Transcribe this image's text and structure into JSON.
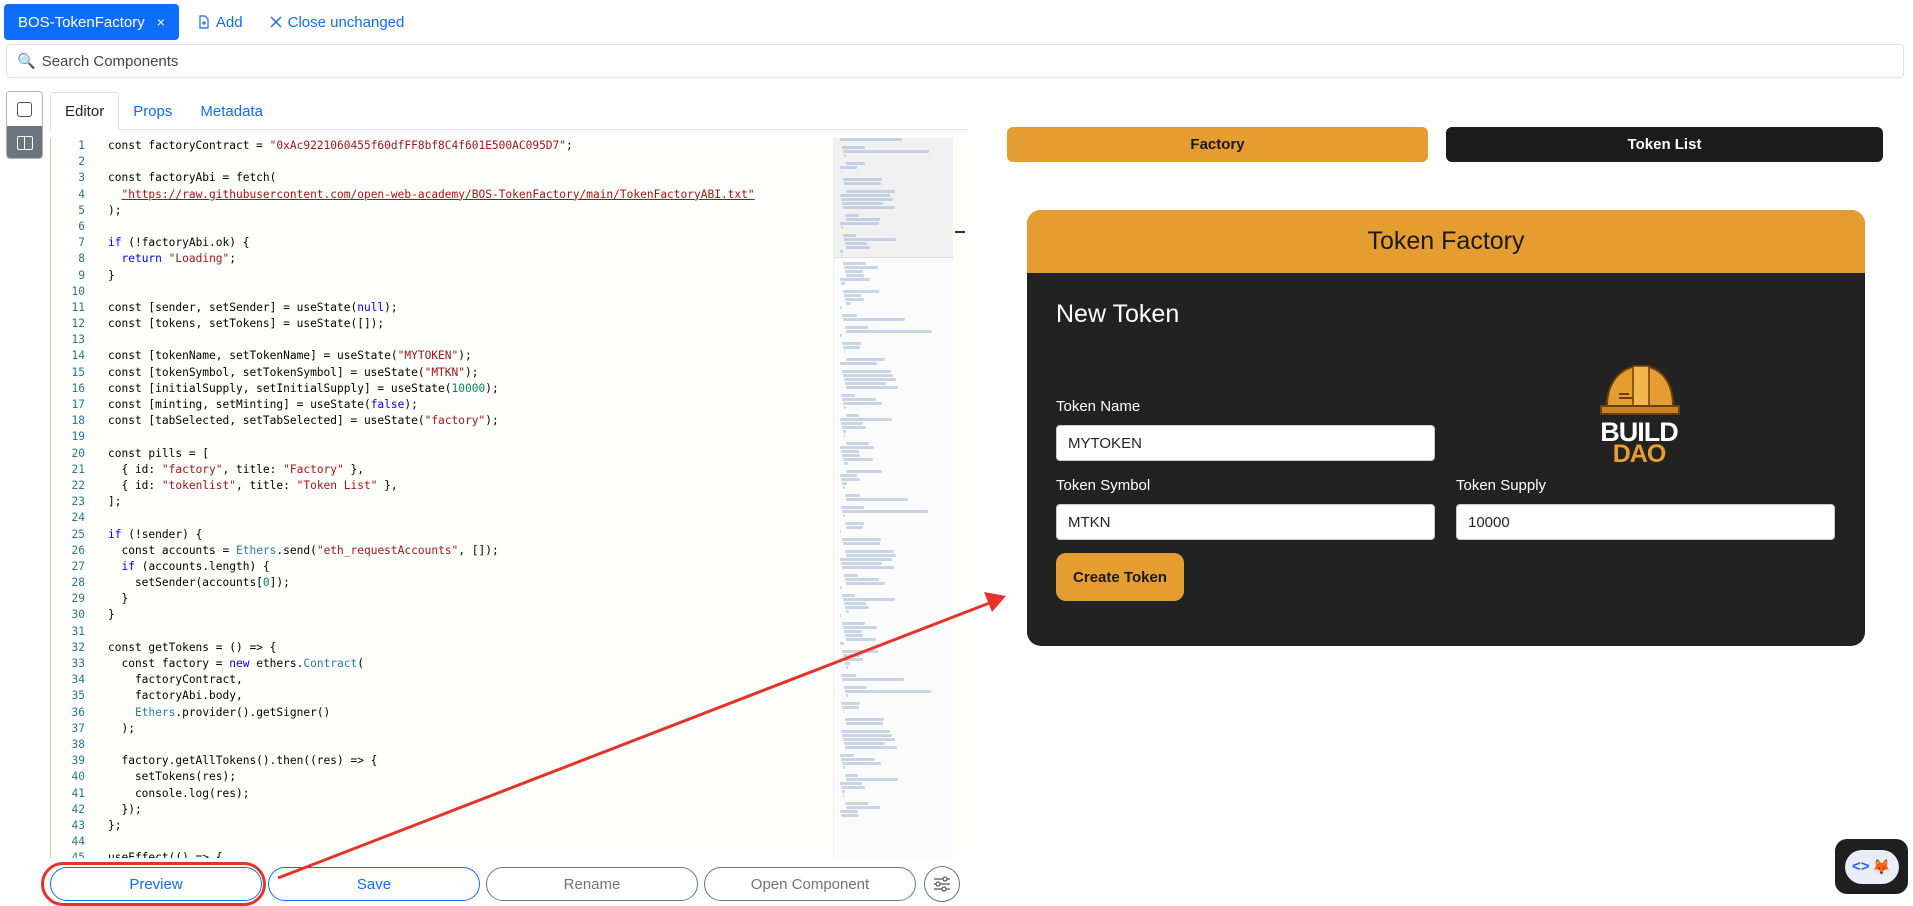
{
  "top_tabs": {
    "file_tab_label": "BOS-TokenFactory",
    "file_tab_close": "×",
    "add_label": "Add",
    "close_unchanged_label": "Close unchanged"
  },
  "search": {
    "placeholder": "Search Components"
  },
  "editor_tabs": [
    {
      "label": "Editor",
      "active": true
    },
    {
      "label": "Props",
      "active": false
    },
    {
      "label": "Metadata",
      "active": false
    }
  ],
  "bottom_buttons": {
    "preview": "Preview",
    "save": "Save",
    "rename": "Rename",
    "open_component": "Open Component",
    "settings_icon": "sliders-icon"
  },
  "preview": {
    "pills": [
      {
        "label": "Factory",
        "selected": true
      },
      {
        "label": "Token List",
        "selected": false
      }
    ],
    "card_header": "Token Factory",
    "card_title": "New Token",
    "fields": {
      "token_name_label": "Token Name",
      "token_name_value": "MYTOKEN",
      "token_symbol_label": "Token Symbol",
      "token_symbol_value": "MTKN",
      "token_supply_label": "Token Supply",
      "token_supply_value": "10000"
    },
    "create_button": "Create Token",
    "logo_text_1": "BUILD",
    "logo_text_2": "DAO"
  },
  "colors": {
    "accent": "#e59d32",
    "card_bg": "#222222",
    "primary_blue": "#0d6efd",
    "annotation_red": "#e53427"
  },
  "code_lines": [
    [
      {
        "t": "const factoryContract = "
      },
      {
        "c": "s",
        "t": "\"0xAc9221060455f60dfFF8bf8C4f601E500AC095D7\""
      },
      {
        "t": ";"
      }
    ],
    [],
    [
      {
        "t": "const factoryAbi = fetch("
      }
    ],
    [
      {
        "t": "  "
      },
      {
        "c": "u",
        "t": "\"https://raw.githubusercontent.com/open-web-academy/BOS-TokenFactory/main/TokenFactoryABI.txt\""
      }
    ],
    [
      {
        "t": ");"
      }
    ],
    [],
    [
      {
        "c": "k",
        "t": "if"
      },
      {
        "t": " (!factoryAbi.ok) {"
      }
    ],
    [
      {
        "t": "  "
      },
      {
        "c": "k",
        "t": "return"
      },
      {
        "t": " "
      },
      {
        "c": "s",
        "t": "\"Loading\""
      },
      {
        "t": ";"
      }
    ],
    [
      {
        "t": "}"
      }
    ],
    [],
    [
      {
        "t": "const [sender, setSender] = useState("
      },
      {
        "c": "k",
        "t": "null"
      },
      {
        "t": ");"
      }
    ],
    [
      {
        "t": "const [tokens, setTokens] = useState([]);"
      }
    ],
    [],
    [
      {
        "t": "const [tokenName, setTokenName] = useState("
      },
      {
        "c": "s",
        "t": "\"MYTOKEN\""
      },
      {
        "t": ");"
      }
    ],
    [
      {
        "t": "const [tokenSymbol, setTokenSymbol] = useState("
      },
      {
        "c": "s",
        "t": "\"MTKN\""
      },
      {
        "t": ");"
      }
    ],
    [
      {
        "t": "const [initialSupply, setInitialSupply] = useState("
      },
      {
        "c": "n",
        "t": "10000"
      },
      {
        "t": ");"
      }
    ],
    [
      {
        "t": "const [minting, setMinting] = useState("
      },
      {
        "c": "k",
        "t": "false"
      },
      {
        "t": ");"
      }
    ],
    [
      {
        "t": "const [tabSelected, setTabSelected] = useState("
      },
      {
        "c": "s",
        "t": "\"factory\""
      },
      {
        "t": ");"
      }
    ],
    [],
    [
      {
        "t": "const pills = ["
      }
    ],
    [
      {
        "t": "  { id: "
      },
      {
        "c": "s",
        "t": "\"factory\""
      },
      {
        "t": ", title: "
      },
      {
        "c": "s",
        "t": "\"Factory\""
      },
      {
        "t": " },"
      }
    ],
    [
      {
        "t": "  { id: "
      },
      {
        "c": "s",
        "t": "\"tokenlist\""
      },
      {
        "t": ", title: "
      },
      {
        "c": "s",
        "t": "\"Token List\""
      },
      {
        "t": " },"
      }
    ],
    [
      {
        "t": "];"
      }
    ],
    [],
    [
      {
        "c": "k",
        "t": "if"
      },
      {
        "t": " (!sender) {"
      }
    ],
    [
      {
        "t": "  const accounts = "
      },
      {
        "c": "ty",
        "t": "Ethers"
      },
      {
        "t": ".send("
      },
      {
        "c": "s",
        "t": "\"eth_requestAccounts\""
      },
      {
        "t": ", []);"
      }
    ],
    [
      {
        "t": "  "
      },
      {
        "c": "k",
        "t": "if"
      },
      {
        "t": " (accounts.length) {"
      }
    ],
    [
      {
        "t": "    setSender(accounts["
      },
      {
        "c": "n",
        "t": "0"
      },
      {
        "t": "]);"
      }
    ],
    [
      {
        "t": "  }"
      }
    ],
    [
      {
        "t": "}"
      }
    ],
    [],
    [
      {
        "t": "const getTokens = () => {"
      }
    ],
    [
      {
        "t": "  const factory = "
      },
      {
        "c": "k",
        "t": "new"
      },
      {
        "t": " ethers."
      },
      {
        "c": "ty",
        "t": "Contract"
      },
      {
        "t": "("
      }
    ],
    [
      {
        "t": "    factoryContract,"
      }
    ],
    [
      {
        "t": "    factoryAbi.body,"
      }
    ],
    [
      {
        "t": "    "
      },
      {
        "c": "ty",
        "t": "Ethers"
      },
      {
        "t": ".provider().getSigner()"
      }
    ],
    [
      {
        "t": "  );"
      }
    ],
    [],
    [
      {
        "t": "  factory.getAllTokens().then((res) => {"
      }
    ],
    [
      {
        "t": "    setTokens(res);"
      }
    ],
    [
      {
        "t": "    console.log(res);"
      }
    ],
    [
      {
        "t": "  });"
      }
    ],
    [
      {
        "t": "};"
      }
    ],
    [],
    [
      {
        "t": "useEffect(() => {"
      }
    ]
  ]
}
